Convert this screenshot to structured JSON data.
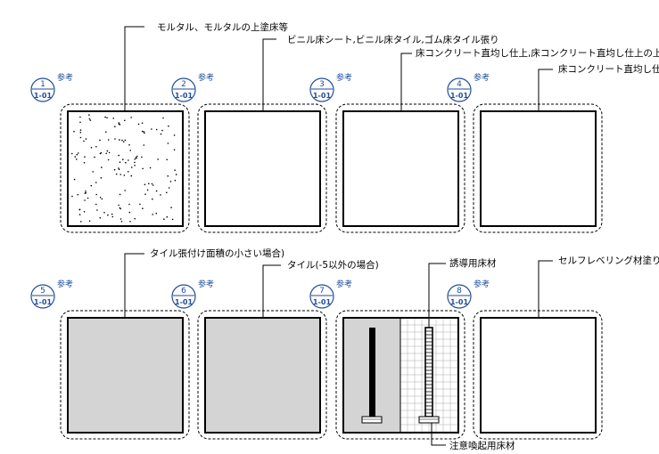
{
  "panels": [
    {
      "num": "1",
      "ref_code": "1-01",
      "ref_word": "参考",
      "label": "モルタル、モルタルの上塗床等",
      "fill": "dots"
    },
    {
      "num": "2",
      "ref_code": "1-01",
      "ref_word": "参考",
      "label": "ビニル床シート,ビニル床タイル,ゴム床タイル張り",
      "fill": "white"
    },
    {
      "num": "3",
      "ref_code": "1-01",
      "ref_word": "参考",
      "label": "床コンクリート直均し仕上,床コンクリート直均し仕上の上塗",
      "fill": "white"
    },
    {
      "num": "4",
      "ref_code": "1-01",
      "ref_word": "参考",
      "label": "床コンクリート直均し仕上の上塗",
      "fill": "white"
    },
    {
      "num": "5",
      "ref_code": "1-01",
      "ref_word": "参考",
      "label": "タイル張付け面積の小さい場合)",
      "fill": "gray"
    },
    {
      "num": "6",
      "ref_code": "1-01",
      "ref_word": "参考",
      "label": "タイル(-5以外の場合)",
      "fill": "gray"
    },
    {
      "num": "7",
      "ref_code": "1-01",
      "ref_word": "参考",
      "label": "誘導用床材",
      "label2": "注意喚起用床材",
      "fill": "tactile"
    },
    {
      "num": "8",
      "ref_code": "1-01",
      "ref_word": "参考",
      "label": "セルフレベリング材塗り",
      "fill": "white"
    }
  ],
  "colors": {
    "line": "#000000",
    "tag": "#1f4e99",
    "gray": "#d4d4d4",
    "grid": "#aaaaaa"
  }
}
